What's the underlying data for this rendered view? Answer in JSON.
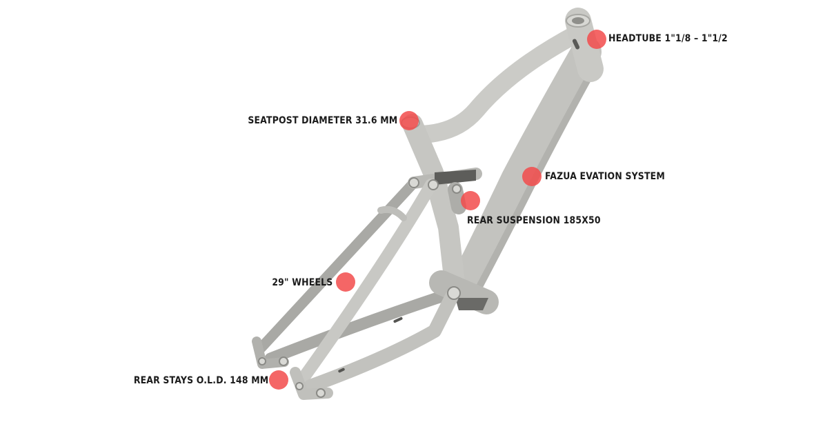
{
  "colors": {
    "background": "#ffffff",
    "frame_fill": "#c4c4c0",
    "frame_shade": "#a8a8a4",
    "frame_dark": "#6f6f6c",
    "marker": "#f24b4b",
    "label_text": "#1b1b1b"
  },
  "callouts": {
    "headtube": "HEADTUBE 1\"1/8 – 1\"1/2",
    "seatpost": "SEATPOST DIAMETER 31.6 MM",
    "fazua": "FAZUA EVATION SYSTEM",
    "rear_suspension": "REAR SUSPENSION 185X50",
    "wheels": "29\" WHEELS",
    "rear_stays": "REAR STAYS O.L.D. 148 MM"
  }
}
